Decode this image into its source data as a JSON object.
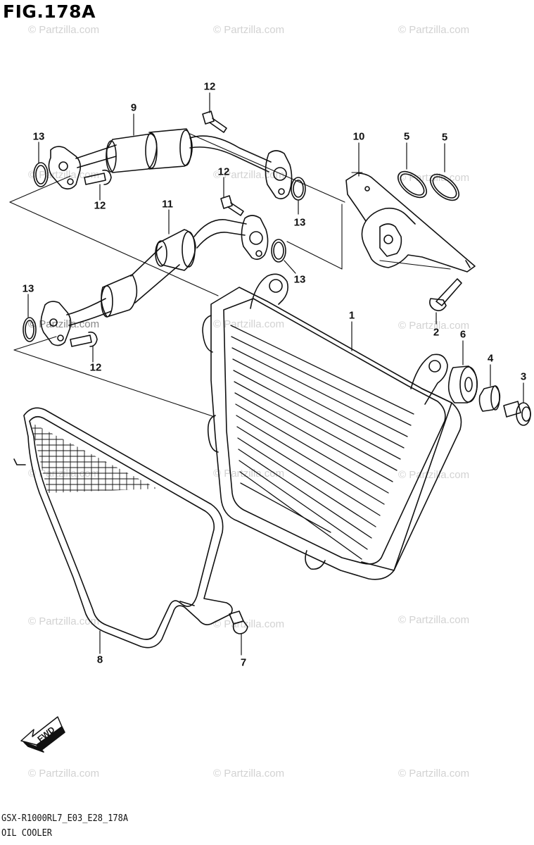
{
  "figure": {
    "title": "FIG.178A",
    "model_code": "GSX-R1000RL7_E03_E28_178A",
    "section_name": "OIL COOLER"
  },
  "watermark": "© Partzilla.com",
  "watermark_small": "© Partzilla.com",
  "direction_label": "FWD",
  "callouts": [
    {
      "id": "c1",
      "label": "1"
    },
    {
      "id": "c2",
      "label": "2"
    },
    {
      "id": "c3",
      "label": "3"
    },
    {
      "id": "c4",
      "label": "4"
    },
    {
      "id": "c5a",
      "label": "5"
    },
    {
      "id": "c5b",
      "label": "5"
    },
    {
      "id": "c6",
      "label": "6"
    },
    {
      "id": "c7",
      "label": "7"
    },
    {
      "id": "c8",
      "label": "8"
    },
    {
      "id": "c9",
      "label": "9"
    },
    {
      "id": "c10",
      "label": "10"
    },
    {
      "id": "c11",
      "label": "11"
    },
    {
      "id": "c12a",
      "label": "12"
    },
    {
      "id": "c12b",
      "label": "12"
    },
    {
      "id": "c12c",
      "label": "12"
    },
    {
      "id": "c12d",
      "label": "12"
    },
    {
      "id": "c13a",
      "label": "13"
    },
    {
      "id": "c13b",
      "label": "13"
    },
    {
      "id": "c13c",
      "label": "13"
    },
    {
      "id": "c13d",
      "label": "13"
    }
  ],
  "colors": {
    "line": "#111111",
    "watermark": "#d2d2d2",
    "background": "#ffffff"
  }
}
